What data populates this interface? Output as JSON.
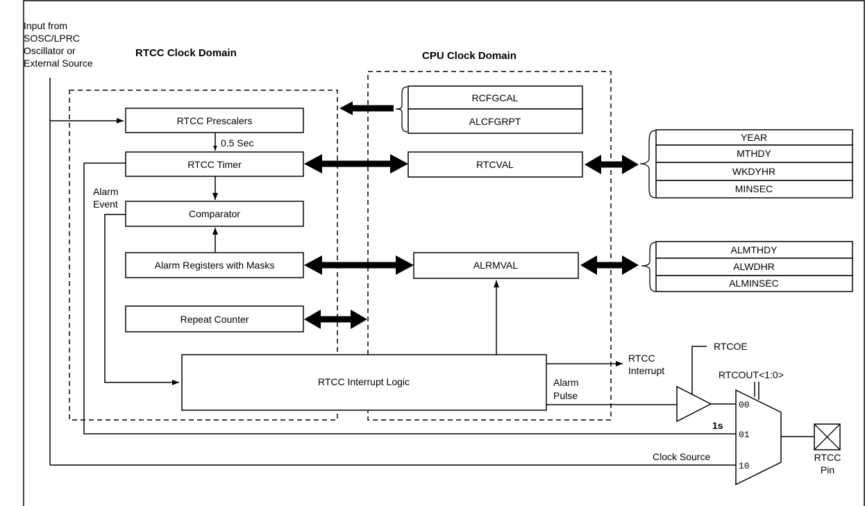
{
  "input_source": [
    "Input from",
    "SOSC/LPRC",
    "Oscillator or",
    "External Source"
  ],
  "domains": {
    "rtcc": "RTCC Clock Domain",
    "cpu": "CPU Clock Domain"
  },
  "blocks": {
    "prescalers": "RTCC Prescalers",
    "timer": "RTCC Timer",
    "comparator": "Comparator",
    "alarm_registers": "Alarm Registers with Masks",
    "repeat_counter": "Repeat Counter",
    "interrupt_logic": "RTCC Interrupt Logic",
    "rcfgcal": "RCFGCAL",
    "alcfgrpt": "ALCFGRPT",
    "rtcval": "RTCVAL",
    "alrmval": "ALRMVAL"
  },
  "rtcval_registers": [
    "YEAR",
    "MTHDY",
    "WKDYHR",
    "MINSEC"
  ],
  "alrmval_registers": [
    "ALMTHDY",
    "ALWDHR",
    "ALMINSEC"
  ],
  "labels": {
    "half_sec": "0.5 Sec",
    "alarm_event": [
      "Alarm",
      "Event"
    ],
    "rtcc_interrupt": [
      "RTCC",
      "Interrupt"
    ],
    "alarm_pulse": [
      "Alarm",
      "Pulse"
    ],
    "rtcoe": "RTCOE",
    "rtcout": "RTCOUT<1:0>",
    "one_s": "1s",
    "clock_source": "Clock Source",
    "mux_inputs": [
      "00",
      "01",
      "10"
    ],
    "pin": [
      "RTCC",
      "Pin"
    ]
  }
}
